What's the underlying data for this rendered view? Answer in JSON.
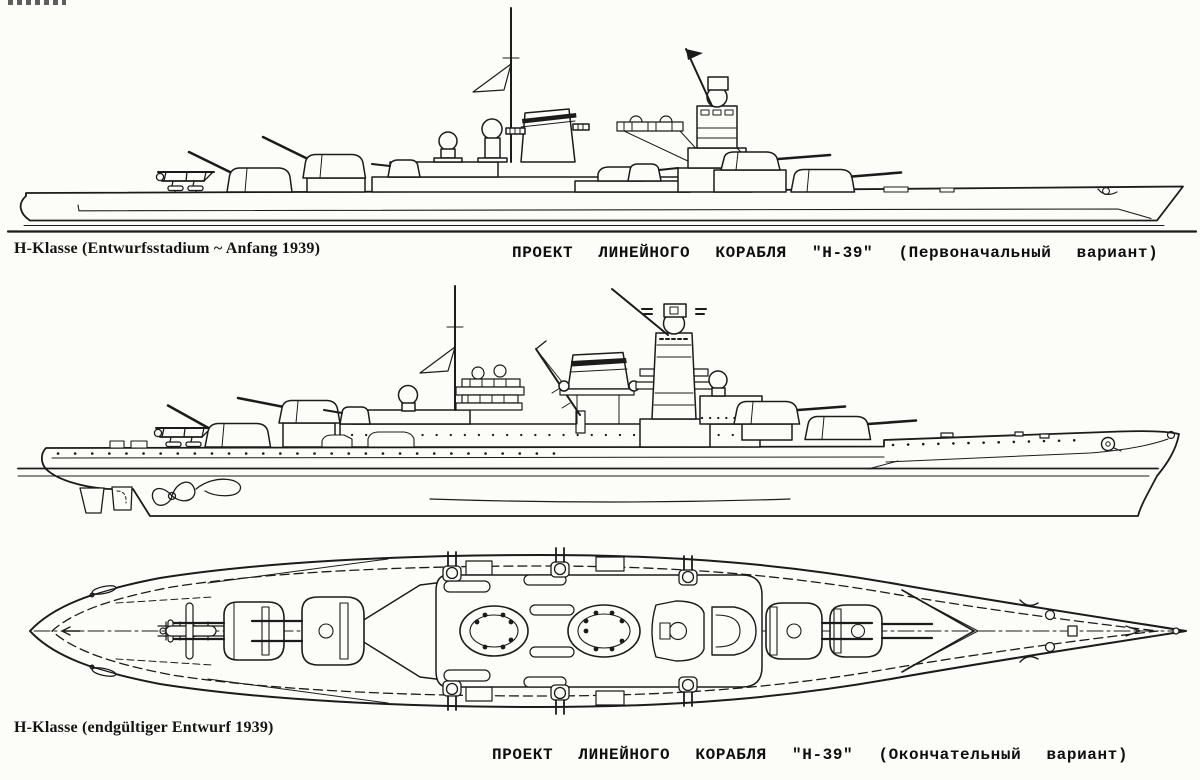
{
  "colors": {
    "paper": "#fcfcf9",
    "ink": "#1b1b1b"
  },
  "figures": {
    "initial_design": {
      "caption_de": "H-Klasse (Entwurfsstadium ~ Anfang 1939)",
      "caption_ru": "ПРОЕКТ ЛИНЕЙНОГО КОРАБЛЯ \"Н-39\" (Первоначальный вариант)"
    },
    "final_design": {
      "caption_de": "H-Klasse (endgültiger Entwurf 1939)",
      "caption_ru": "ПРОЕКТ ЛИНЕЙНОГО КОРАБЛЯ \"Н-39\" (Окончательный вариант)"
    }
  }
}
